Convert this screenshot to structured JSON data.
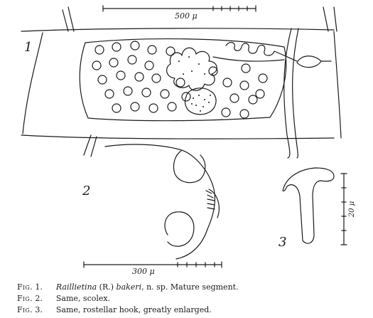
{
  "scale_bars": {
    "fig1": "500 μ",
    "fig2": "300 μ",
    "fig3": "20 μ"
  },
  "figure_numbers": [
    "1",
    "2",
    "3"
  ],
  "captions": [
    {
      "fig": "Fig.",
      "num": "1.",
      "name": "Raillietina",
      "sub": "(R.)",
      "species": "bakeri",
      "rest": ", n. sp.  Mature segment."
    },
    {
      "fig": "Fig.",
      "num": "2.",
      "text": "Same, scolex."
    },
    {
      "fig": "Fig.",
      "num": "3.",
      "text": "Same, rostellar hook, greatly enlarged."
    }
  ],
  "colors": {
    "ink": "#1a1a1a",
    "paper": "#ffffff"
  }
}
